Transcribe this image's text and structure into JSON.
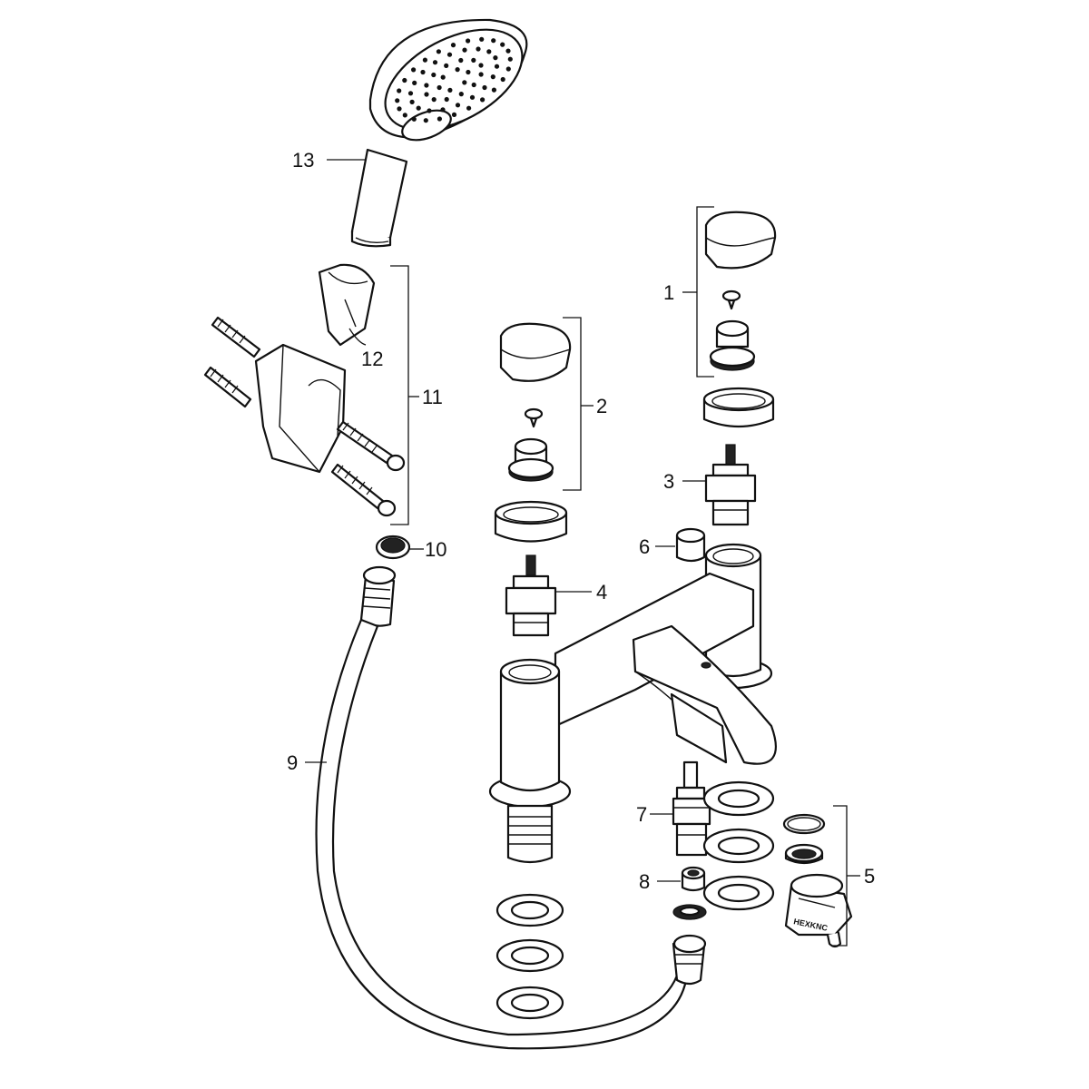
{
  "diagram": {
    "callouts": [
      {
        "id": "1",
        "label": "1"
      },
      {
        "id": "2",
        "label": "2"
      },
      {
        "id": "3",
        "label": "3"
      },
      {
        "id": "4",
        "label": "4"
      },
      {
        "id": "5",
        "label": "5"
      },
      {
        "id": "6",
        "label": "6"
      },
      {
        "id": "7",
        "label": "7"
      },
      {
        "id": "8",
        "label": "8"
      },
      {
        "id": "9",
        "label": "9"
      },
      {
        "id": "10",
        "label": "10"
      },
      {
        "id": "11",
        "label": "11"
      },
      {
        "id": "12",
        "label": "12"
      },
      {
        "id": "13",
        "label": "13"
      }
    ],
    "wrench_marking": "HEXKNC"
  }
}
